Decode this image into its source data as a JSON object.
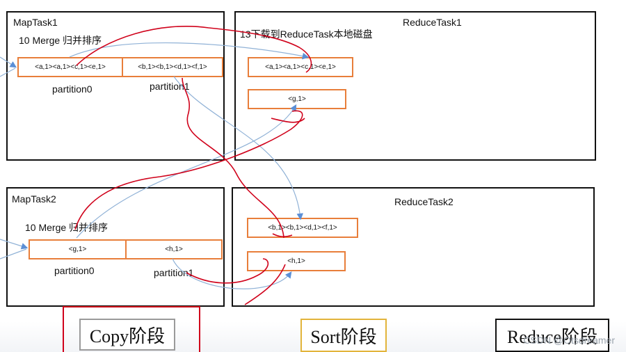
{
  "map_task_1": {
    "title": "MapTask1",
    "merge_label": "10 Merge 归并排序",
    "partition0": {
      "content": "<a,1><a,1><c,1><e,1>",
      "label": "partition0"
    },
    "partition1": {
      "content": "<b,1><b,1><d,1><f,1>",
      "label": "partition1"
    }
  },
  "map_task_2": {
    "title": "MapTask2",
    "merge_label": "10 Merge 归并排序",
    "partition0": {
      "content": "<g,1>",
      "label": "partition0"
    },
    "partition1": {
      "content": "<h,1>",
      "label": "partition1"
    }
  },
  "reduce_task_1": {
    "title": "ReduceTask1",
    "download_label": "13下载到ReduceTask本地磁盘",
    "block_a": "<a,1><a,1><c,1><e,1>",
    "block_g": "<g,1>"
  },
  "reduce_task_2": {
    "title": "ReduceTask2",
    "block_b": "<b,1><b,1><d,1><f,1>",
    "block_h": "<h,1>"
  },
  "stages": {
    "copy": "Copy阶段",
    "sort": "Sort阶段",
    "reduce": "Reduce阶段"
  },
  "watermark": "CSDN @Otsdreamer",
  "colors": {
    "partition_border": "#e87e3a",
    "annotation_red": "#d0021b",
    "flow_blue": "#8fb1d6",
    "copy_border": "#d0021b",
    "sort_border": "#e2b43a",
    "reduce_border": "#111111"
  }
}
